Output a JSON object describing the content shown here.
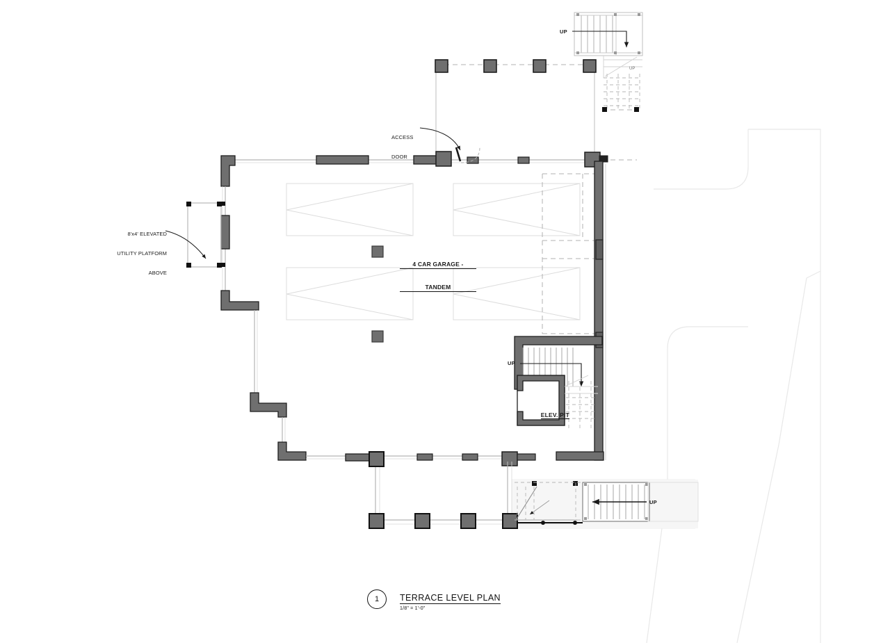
{
  "drawing": {
    "sheet_type": "architectural-floor-plan",
    "background": "#ffffff"
  },
  "title_block": {
    "detail_number": "1",
    "title": "TERRACE LEVEL PLAN",
    "scale": "1/8\" = 1'-0\""
  },
  "room_labels": {
    "garage_line1": "4 CAR GARAGE -",
    "garage_line2": "TANDEM",
    "elevator_pit": "ELEV. PIT"
  },
  "annotations": {
    "access_door": {
      "line1": "ACCESS",
      "line2": "DOOR"
    },
    "utility_platform": {
      "line1": "8'x4' ELEVATED",
      "line2": "UTILITY PLATFORM",
      "line3": "ABOVE"
    }
  },
  "stair_labels": {
    "top_right_up": "UP",
    "elevator_stair_up": "UP",
    "bottom_right_up": "UP"
  },
  "colors": {
    "wall_fill": "#6f6f6f",
    "wall_stroke": "#1e1e1e",
    "column_fill": "#6f6f6f",
    "thin_line": "#b9b9b9",
    "faint_line": "#e6e6e6",
    "dashed_line": "#a8a8a8",
    "text": "#1a1a1a",
    "paper": "#ffffff"
  }
}
